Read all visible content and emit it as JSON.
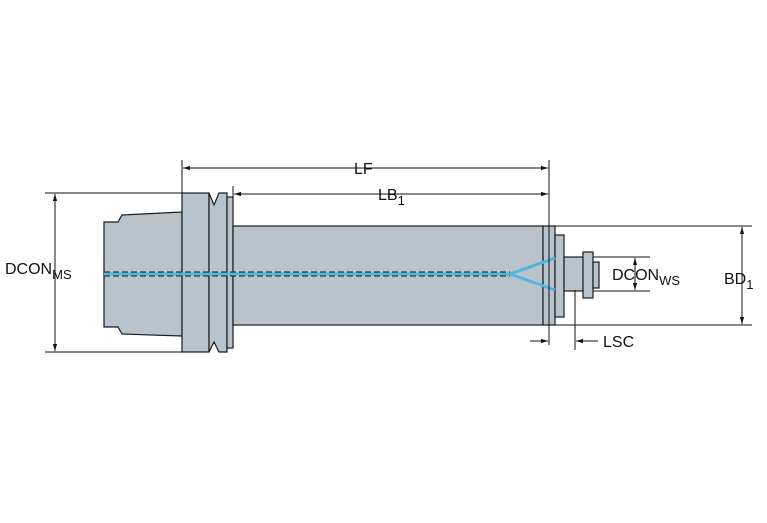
{
  "colors": {
    "body": "#b8c3cc",
    "outline": "#1a1a1a",
    "coolant": "#4fb6e0",
    "background": "#ffffff"
  },
  "dimensions": {
    "lf": {
      "main": "LF",
      "sub": ""
    },
    "lb1": {
      "main": "LB",
      "sub": "1"
    },
    "dcon_ms": {
      "main": "DCON",
      "sub": "MS"
    },
    "dcon_ws": {
      "main": "DCON",
      "sub": "WS"
    },
    "bd1": {
      "main": "BD",
      "sub": "1"
    },
    "lsc": {
      "main": "LSC",
      "sub": ""
    }
  }
}
